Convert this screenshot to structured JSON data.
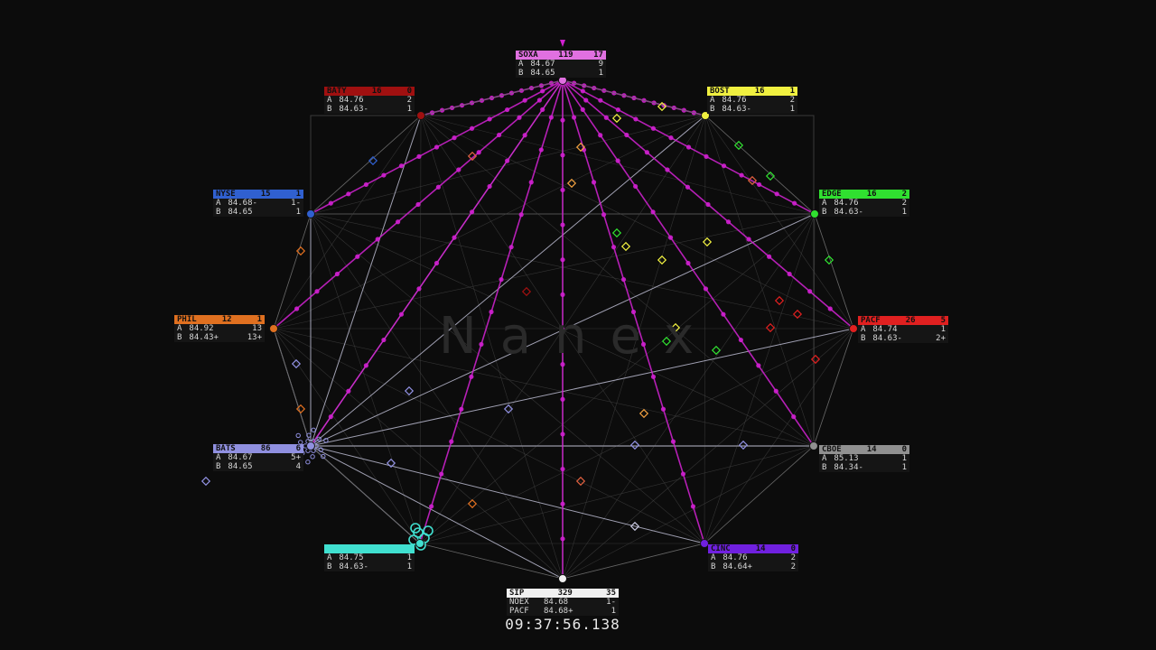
{
  "watermark": "Nanex",
  "clock": "09:37:56.138",
  "colors": {
    "soxa": "#e070e0",
    "bost": "#f0f040",
    "edge": "#30e030",
    "pacf": "#e02020",
    "cboe": "#909090",
    "cinc": "#7020e0",
    "sip": "#f0f0f0",
    "teal": "#40e0d0",
    "bats": "#9090e0",
    "phil": "#e07020",
    "nyse": "#3060d0",
    "baty": "#a01010",
    "spoke": "#d020d0",
    "chord": "#c8c8e0"
  },
  "exchanges": [
    {
      "id": "soxa",
      "name": "SOXA",
      "count": "119",
      "flag": "17",
      "a": "84.67",
      "a_size": "9",
      "b": "84.65",
      "b_size": "1"
    },
    {
      "id": "bost",
      "name": "BOST",
      "count": "16",
      "flag": "1",
      "a": "84.76",
      "a_size": "2",
      "b": "84.63-",
      "b_size": "1"
    },
    {
      "id": "edge",
      "name": "EDGE",
      "count": "16",
      "flag": "2",
      "a": "84.76",
      "a_size": "2",
      "b": "84.63-",
      "b_size": "1"
    },
    {
      "id": "pacf",
      "name": "PACF",
      "count": "26",
      "flag": "5",
      "a": "84.74",
      "a_size": "1",
      "b": "84.63-",
      "b_size": "2+"
    },
    {
      "id": "cboe",
      "name": "CBOE",
      "count": "14",
      "flag": "0",
      "a": "85.13",
      "a_size": "1",
      "b": "84.34-",
      "b_size": "1"
    },
    {
      "id": "cinc",
      "name": "CINC",
      "count": "14",
      "flag": "0",
      "a": "84.76",
      "a_size": "2",
      "b": "84.64+",
      "b_size": "2"
    },
    {
      "id": "teal",
      "name": "",
      "count": "",
      "flag": "",
      "a": "84.75",
      "a_size": "1",
      "b": "84.63-",
      "b_size": "1"
    },
    {
      "id": "bats",
      "name": "BATS",
      "count": "86",
      "flag": "6",
      "a": "84.67",
      "a_size": "5+",
      "b": "84.65",
      "b_size": "4"
    },
    {
      "id": "phil",
      "name": "PHIL",
      "count": "12",
      "flag": "1",
      "a": "84.92",
      "a_size": "13",
      "b": "84.43+",
      "b_size": "13+"
    },
    {
      "id": "nyse",
      "name": "NYSE",
      "count": "15",
      "flag": "1",
      "a": "84.68-",
      "a_size": "1-",
      "b": "84.65",
      "b_size": "1"
    },
    {
      "id": "baty",
      "name": "BATY",
      "count": "16",
      "flag": "0",
      "a": "84.76",
      "a_size": "2",
      "b": "84.63-",
      "b_size": "1"
    }
  ],
  "sip": {
    "name": "SIP",
    "count": "329",
    "flag": "35",
    "r1_label": "NOEX",
    "r1_val": "84.68",
    "r1_size": "1-",
    "r2_label": "PACF",
    "r2_val": "84.68+",
    "r2_size": "1"
  }
}
